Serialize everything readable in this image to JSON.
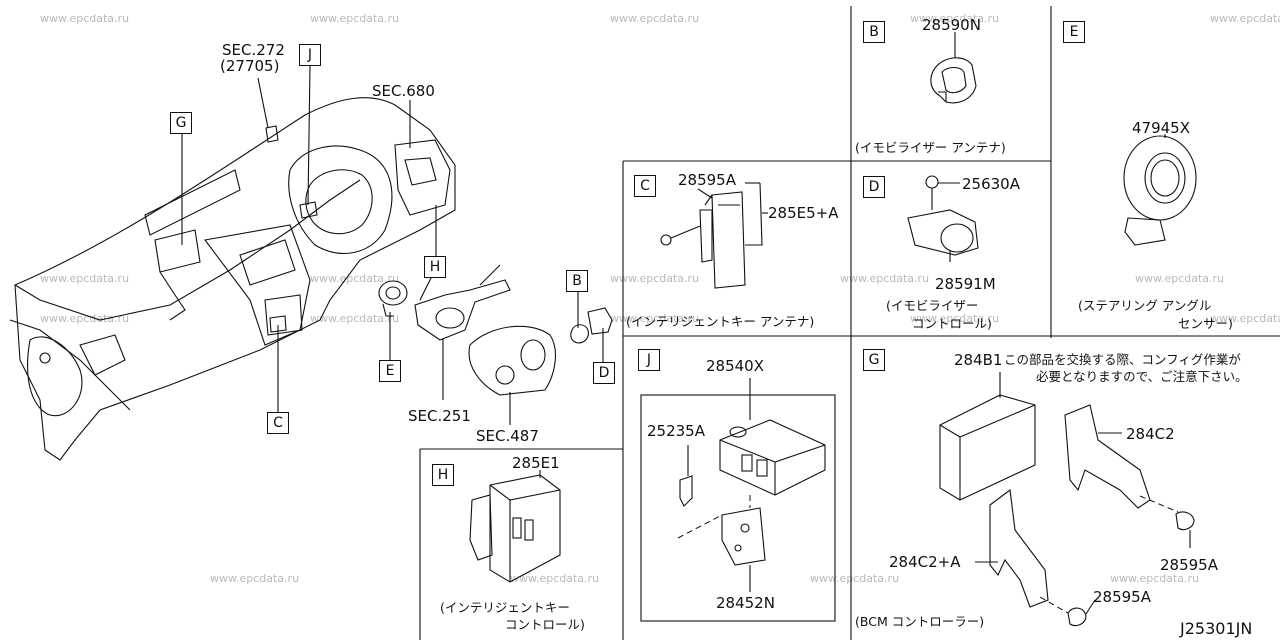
{
  "watermark": "www.epcdata.ru",
  "diagram_code": "J25301JN",
  "main": {
    "sec_272": "SEC.272",
    "sec_272_sub": "(27705)",
    "sec_680": "SEC.680",
    "sec_251": "SEC.251",
    "sec_487": "SEC.487",
    "callouts": [
      "J",
      "G",
      "H",
      "E",
      "C",
      "B",
      "D"
    ]
  },
  "panels": {
    "B": {
      "letter": "B",
      "part": "28590N",
      "caption": "(イモビライザー アンテナ)"
    },
    "E": {
      "letter": "E",
      "part": "47945X",
      "caption_1": "(ステアリング アングル",
      "caption_2": "センサー)"
    },
    "C": {
      "letter": "C",
      "part_1": "28595A",
      "part_2": "285E5+A",
      "caption": "(インテリジェントキー アンテナ)"
    },
    "D": {
      "letter": "D",
      "part_1": "25630A",
      "part_2": "28591M",
      "caption_1": "(イモビライザー",
      "caption_2": "コントロール)"
    },
    "J": {
      "letter": "J",
      "part_1": "28540X",
      "part_2": "25235A",
      "part_3": "28452N"
    },
    "G": {
      "letter": "G",
      "part_1": "284B1",
      "note_1": "この部品を交換する際、コンフィグ作業が",
      "note_2": "必要となりますので、ご注意下さい。",
      "part_2": "284C2",
      "part_3": "284C2+A",
      "part_4": "28595A",
      "part_5": "28595A",
      "caption": "(BCM コントローラー)"
    },
    "H": {
      "letter": "H",
      "part": "285E1",
      "caption_1": "(インテリジェントキー",
      "caption_2": "コントロール)"
    }
  }
}
